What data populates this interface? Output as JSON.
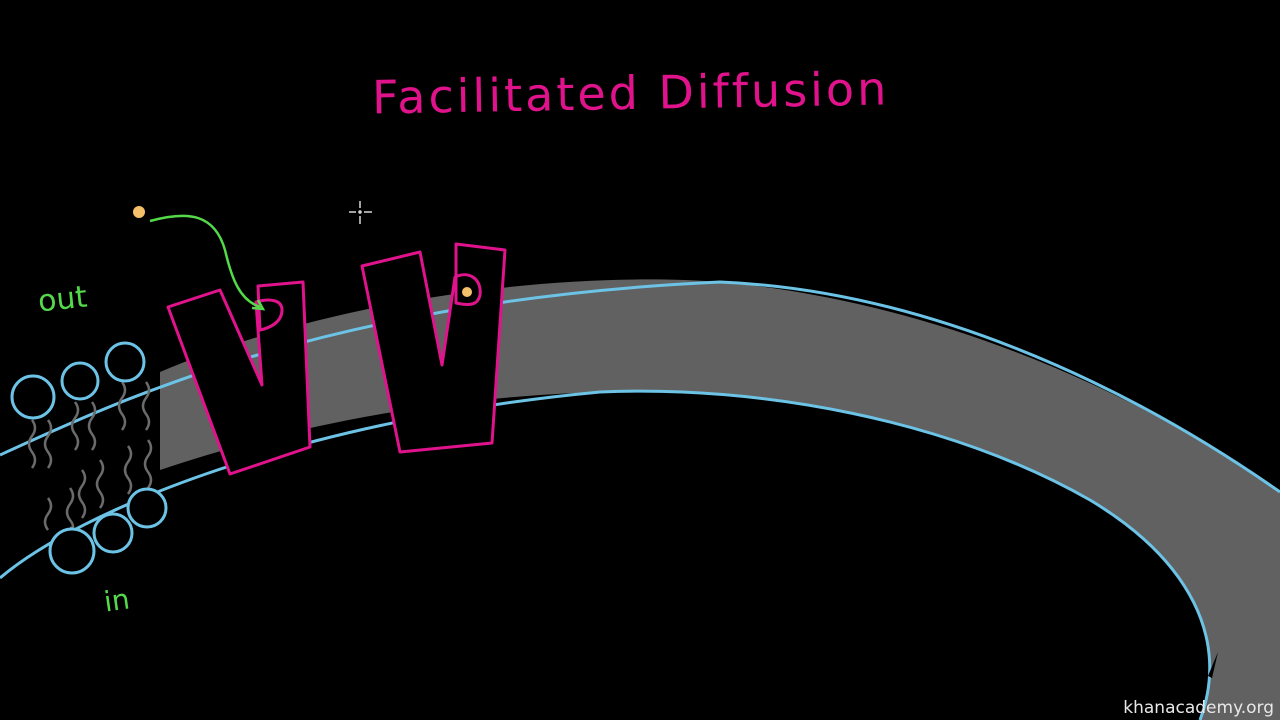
{
  "title": "Facilitated Diffusion",
  "labels": {
    "outside": "out",
    "inside": "in"
  },
  "watermark": "khanacademy.org",
  "colors": {
    "background": "#000000",
    "title": "#e0138c",
    "membrane_fill": "#616161",
    "membrane_outline": "#6cc3e6",
    "phospholipid_head": "#6cc3e6",
    "lipid_tail": "#6b6b6b",
    "protein_outline": "#e0138c",
    "label_text": "#54d94a",
    "arrow": "#54d94a",
    "molecule": "#f5c06a"
  },
  "diagram": {
    "components": [
      {
        "name": "cell membrane band",
        "description": "gray lipid bilayer arc outlined in blue"
      },
      {
        "name": "phospholipid bilayer detail",
        "description": "3 outer heads + 3 inner heads with wavy tails"
      },
      {
        "name": "carrier protein 1",
        "description": "open to outside, molecule binding via green arrow"
      },
      {
        "name": "carrier protein 2",
        "description": "molecule bound in binding site"
      },
      {
        "name": "molecule",
        "description": "yellow solute dot outside the cell"
      },
      {
        "name": "cursor",
        "description": "crosshair pointer"
      }
    ]
  }
}
